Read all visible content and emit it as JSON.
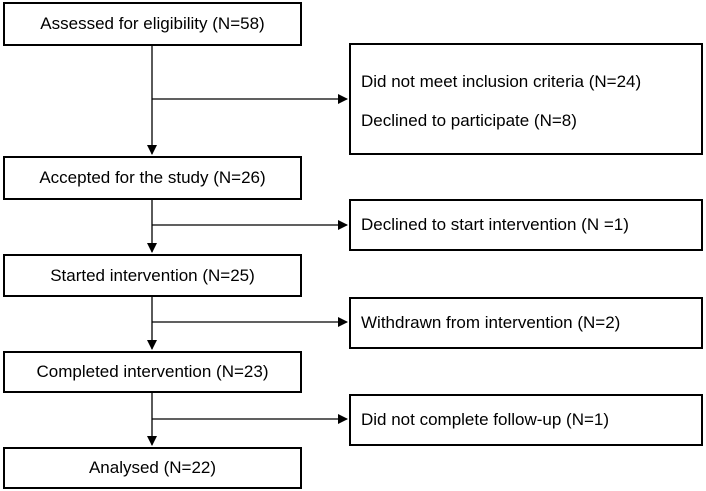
{
  "flow": {
    "assessed": "Assessed for eligibility (N=58)",
    "accepted": "Accepted for the study (N=26)",
    "started": "Started intervention (N=25)",
    "completed": "Completed intervention (N=23)",
    "analysed": "Analysed (N=22)"
  },
  "exclusions": {
    "not_meet_criteria": "Did not meet inclusion criteria (N=24)",
    "declined_participate": "Declined to participate (N=8)",
    "declined_start": "Declined to start intervention (N =1)",
    "withdrawn": "Withdrawn from intervention (N=2)",
    "no_followup": "Did not complete follow-up (N=1)"
  },
  "colors": {
    "line": "#000000",
    "background": "#ffffff"
  }
}
